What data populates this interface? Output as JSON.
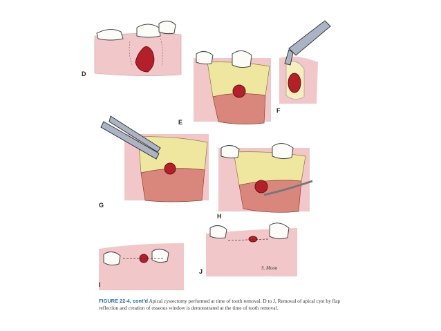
{
  "panels": {
    "d": "D",
    "e": "E",
    "f": "F",
    "g": "G",
    "h": "H",
    "i": "I",
    "j": "J"
  },
  "caption": {
    "figure_label": "FIGURE 22-4, cont’d",
    "text": "Apical cystectomy performed at time of tooth removal. D to J, Removal of apical cyst by flap reflection and creation of osseous window is demonstrated at the time of tooth removal."
  },
  "signature": "S. Moon",
  "colors": {
    "gum": "#f2c7c9",
    "bone": "#efe6a0",
    "muscle": "#d9877c",
    "cyst": "#b3202a",
    "tooth": "#fbfbf7",
    "instrument": "#aab4c4"
  }
}
